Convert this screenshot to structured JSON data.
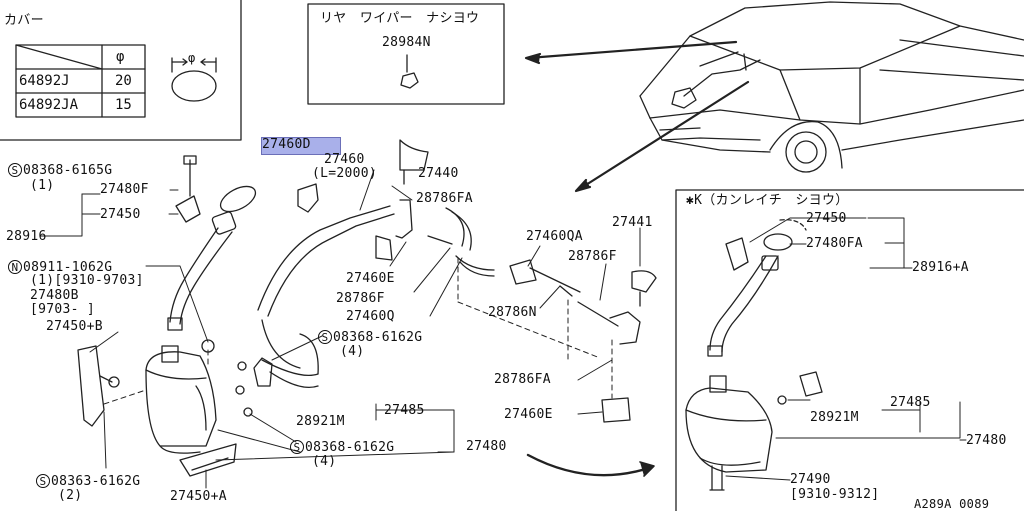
{
  "cover_table": {
    "title": "カバー",
    "phi_header": "φ",
    "rows": [
      {
        "part": "64892J",
        "phi": "20"
      },
      {
        "part": "64892JA",
        "phi": "15"
      }
    ],
    "icon_label": "φ"
  },
  "rear_wiper_box": {
    "title": "リヤ　ワイパー　ナシヨウ",
    "part": "28984N"
  },
  "kanreichi_box": {
    "title": "✱K（カンレイチ　シヨウ）"
  },
  "labels": {
    "p27460D": "27460D",
    "p27460": "27460",
    "p27460_len": "(L=2000)",
    "p27440": "27440",
    "p28786FA_top": "28786FA",
    "p27460QA": "27460QA",
    "p27441": "27441",
    "p28786F_r": "28786F",
    "p27460E_a": "27460E",
    "p28786F_l": "28786F",
    "p27460Q": "27460Q",
    "p28786N": "28786N",
    "p28786FA_bot": "28786FA",
    "p27460E_b": "27460E",
    "s08368_6165G": "08368-6165G",
    "s08368_6165G_qty": "(1)",
    "p27480F": "27480F",
    "p27450": "27450",
    "p28916": "28916",
    "n08911": "08911-1062G",
    "n08911_qty": "(1)[9310-9703]",
    "p27480B": "27480B",
    "p27480B_date": "[9703-      ]",
    "p27450B": "27450+B",
    "s08368_6162G_a": "08368-6162G",
    "s08368_6162G_a_qty": "(4)",
    "p28921M": "28921M",
    "p27485": "27485",
    "s08368_6162G_b": "08368-6162G",
    "s08368_6162G_b_qty": "(4)",
    "p27480": "27480",
    "s08363_6162G": "08363-6162G",
    "s08363_6162G_qty": "(2)",
    "p27450A": "27450+A",
    "k27450": "27450",
    "k27480FA": "27480FA",
    "k28916A": "28916+A",
    "k28921M": "28921M",
    "k27485": "27485",
    "k27480": "27480",
    "k27490": "27490",
    "k27490_date": "[9310-9312]",
    "catalog_code": "A289A 0089"
  },
  "symbols": {
    "s": "S",
    "n": "N"
  },
  "colors": {
    "highlight": "#a9b0ea",
    "line": "#222222"
  }
}
